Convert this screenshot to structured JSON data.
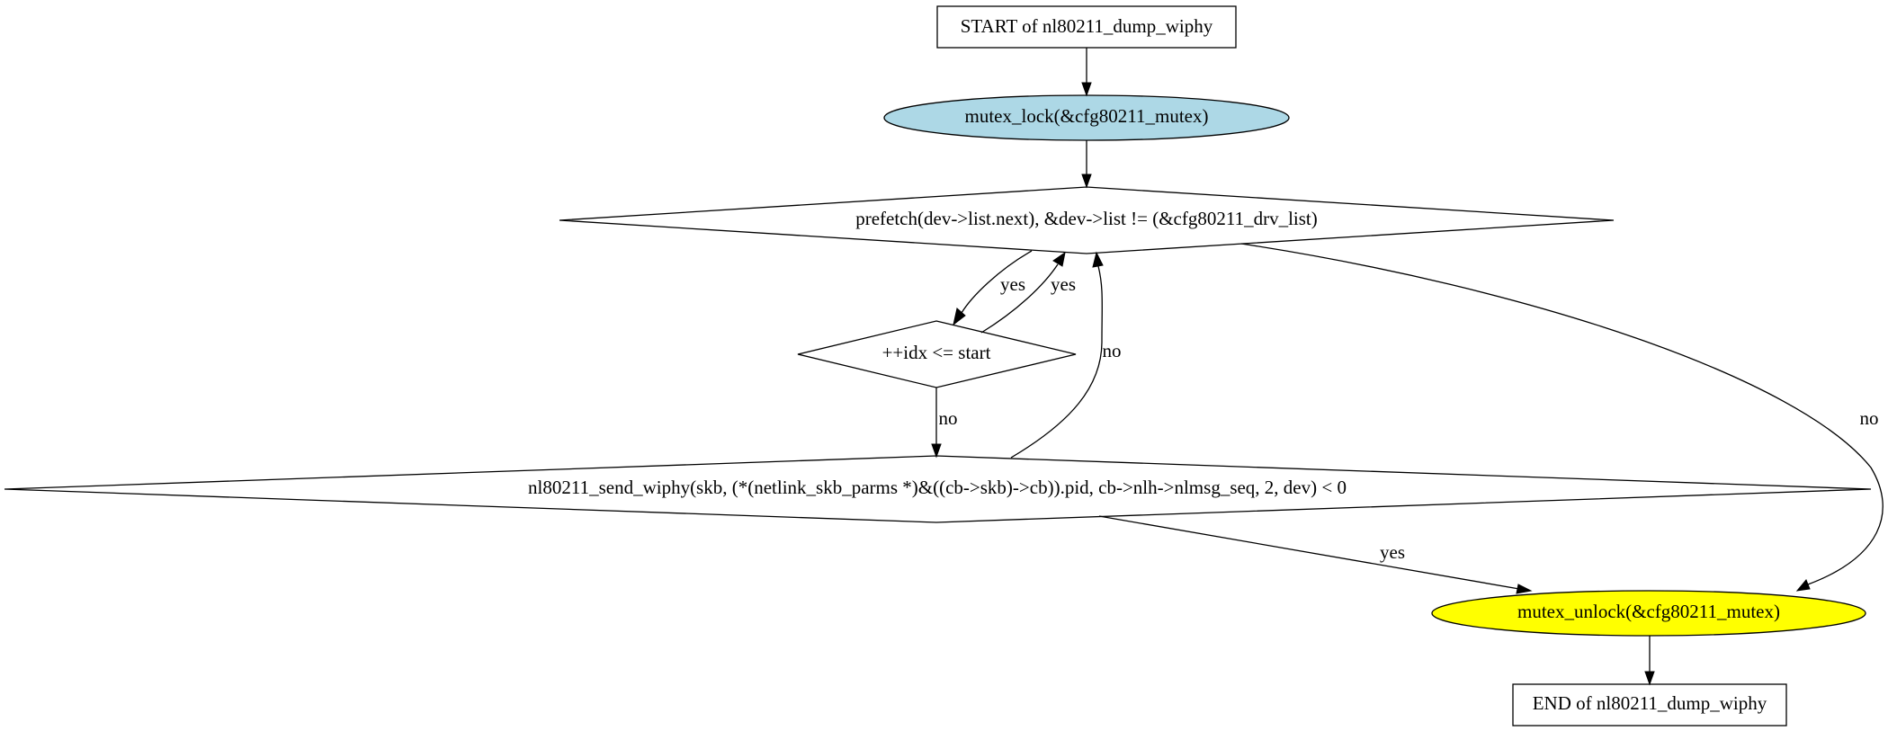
{
  "colors": {
    "lock_fill": "#add8e6",
    "unlock_fill": "#ffff00",
    "default_fill": "#ffffff",
    "stroke": "#000000"
  },
  "nodes": {
    "start": {
      "label": "START of nl80211_dump_wiphy",
      "shape": "box"
    },
    "mutex_lock": {
      "label": "mutex_lock(&cfg80211_mutex)",
      "shape": "ellipse"
    },
    "loop_cond": {
      "label": "prefetch(dev->list.next), &dev->list != (&cfg80211_drv_list)",
      "shape": "diamond"
    },
    "idx_cond": {
      "label": "++idx <= start",
      "shape": "diamond"
    },
    "send_cond": {
      "label": "nl80211_send_wiphy(skb, (*(netlink_skb_parms *)&((cb->skb)->cb)).pid, cb->nlh->nlmsg_seq, 2, dev) < 0",
      "shape": "diamond"
    },
    "mutex_unlock": {
      "label": "mutex_unlock(&cfg80211_mutex)",
      "shape": "ellipse"
    },
    "end": {
      "label": "END of nl80211_dump_wiphy",
      "shape": "box"
    }
  },
  "edges": [
    {
      "from": "start",
      "to": "mutex_lock",
      "label": ""
    },
    {
      "from": "mutex_lock",
      "to": "loop_cond",
      "label": ""
    },
    {
      "from": "loop_cond",
      "to": "idx_cond",
      "label": "yes"
    },
    {
      "from": "idx_cond",
      "to": "loop_cond",
      "label": "yes"
    },
    {
      "from": "idx_cond",
      "to": "send_cond",
      "label": "no"
    },
    {
      "from": "send_cond",
      "to": "loop_cond",
      "label": "no"
    },
    {
      "from": "loop_cond",
      "to": "mutex_unlock",
      "label": "no"
    },
    {
      "from": "send_cond",
      "to": "mutex_unlock",
      "label": "yes"
    },
    {
      "from": "mutex_unlock",
      "to": "end",
      "label": ""
    }
  ]
}
